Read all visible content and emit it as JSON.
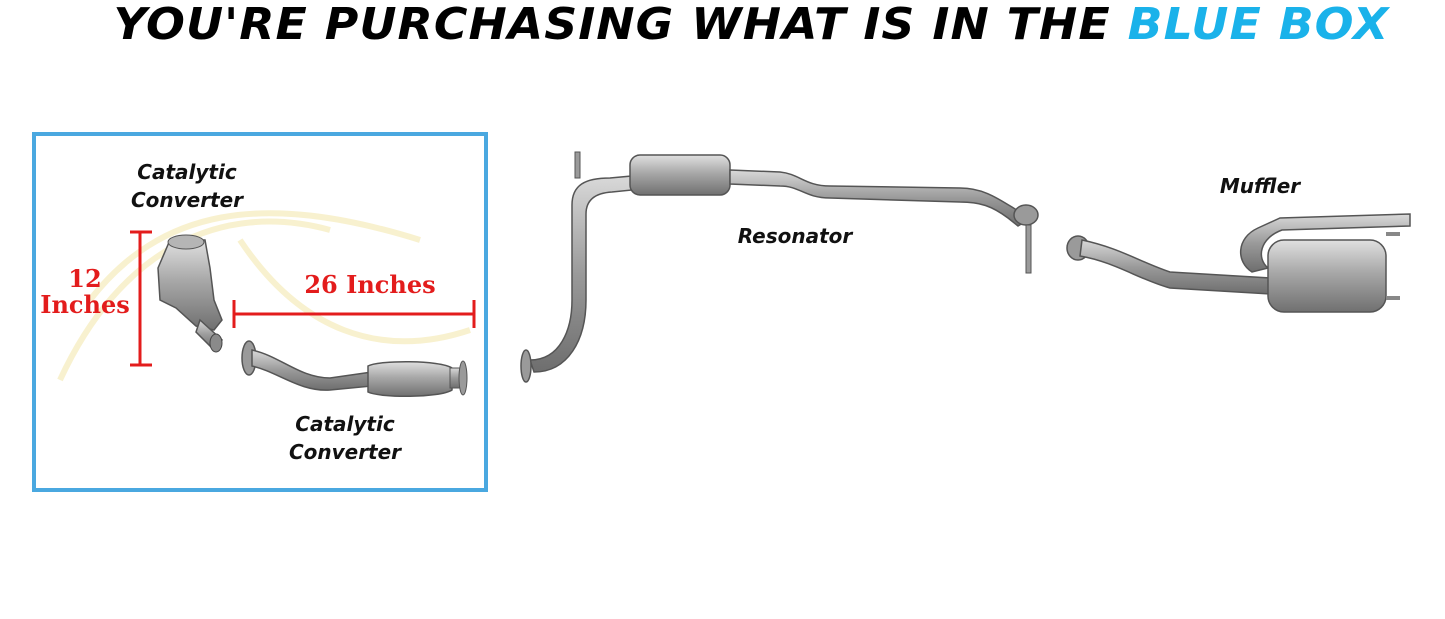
{
  "headline": {
    "prefix": "YOU'RE PURCHASING WHAT IS IN THE",
    "highlight": "BLUE BOX",
    "highlight_color": "#1ab2ea"
  },
  "box_color": "#4aa8e0",
  "labels": {
    "catalytic_converter_upper": [
      "Catalytic",
      "Converter"
    ],
    "catalytic_converter_lower": [
      "Catalytic",
      "Converter"
    ],
    "resonator": "Resonator",
    "muffler": "Muffler"
  },
  "dimensions": {
    "height_value": "12",
    "height_unit": "Inches",
    "width_label": "26 Inches",
    "color": "#e31c1c"
  }
}
